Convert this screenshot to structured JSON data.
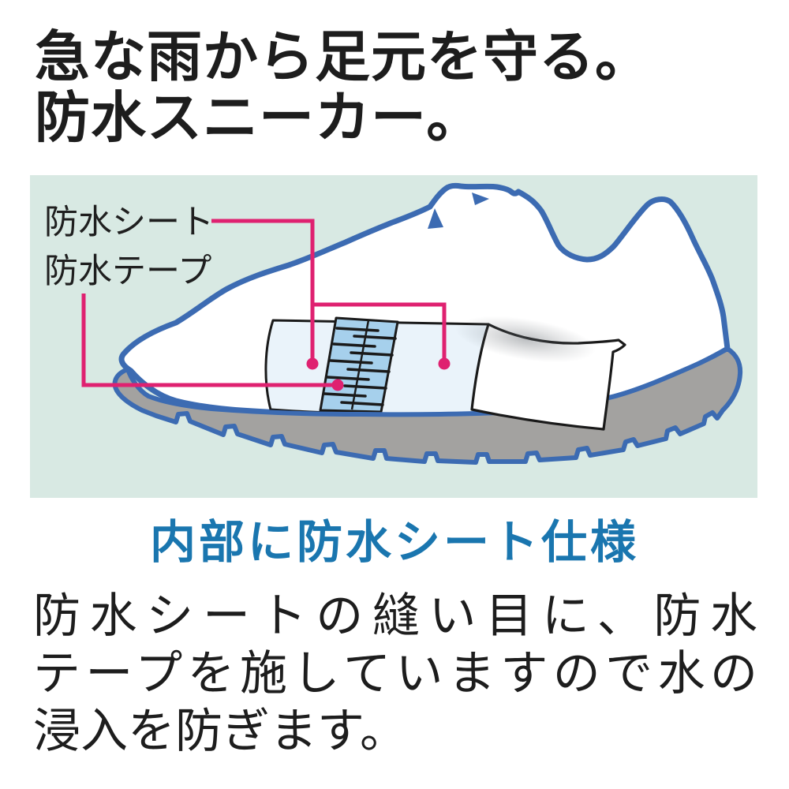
{
  "theme": {
    "page_bg": "#ffffff",
    "heading_color": "#1d1d1d",
    "body_color": "#1d1d1d",
    "subhead_color": "#1a76af",
    "label_color": "#1f1f1f",
    "panel_bg": "#d8e9e3",
    "outline_blue": "#3c6bb2",
    "sole_gray": "#a3a2a0",
    "sheet_fill": "#eaf3fa",
    "tape_fill": "#a6d0ec",
    "leader_pink": "#df2170",
    "line_black": "#1a1a1a",
    "upper_white": "#ffffff"
  },
  "heading": {
    "line1": "急な雨から足元を守る。",
    "line2": "防水スニーカー。"
  },
  "diagram": {
    "labels": {
      "sheet": "防水シート",
      "tape": "防水テープ"
    }
  },
  "subhead": {
    "text": "内部に防水シート仕様"
  },
  "body": {
    "line1": "防水シートの縫い目に、防水",
    "line2": "テープを施していますので水の",
    "line3": "浸入を防ぎます。"
  }
}
